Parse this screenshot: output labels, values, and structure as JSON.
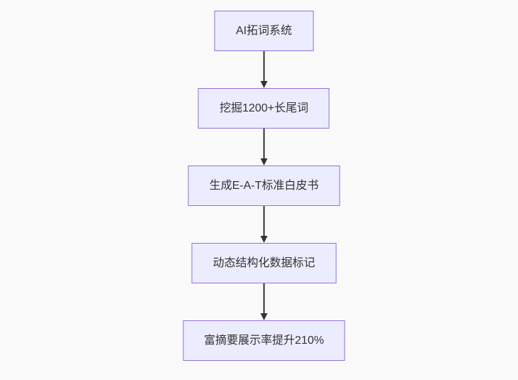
{
  "diagram": {
    "type": "flowchart",
    "direction": "top-down",
    "nodes": [
      {
        "label": "AI拓词系统"
      },
      {
        "label": "挖掘1200+长尾词"
      },
      {
        "label": "生成E-A-T标准白皮书"
      },
      {
        "label": "动态结构化数据标记"
      },
      {
        "label": "富摘要展示率提升210%"
      }
    ],
    "edges": [
      {
        "from": "AI拓词系统",
        "to": "挖掘1200+长尾词"
      },
      {
        "from": "挖掘1200+长尾词",
        "to": "生成E-A-T标准白皮书"
      },
      {
        "from": "生成E-A-T标准白皮书",
        "to": "动态结构化数据标记"
      },
      {
        "from": "动态结构化数据标记",
        "to": "富摘要展示率提升210%"
      }
    ],
    "colors": {
      "node_fill": "#ececff",
      "node_border": "#9370db",
      "edge": "#333333",
      "text": "#333333",
      "background": "#fafafa"
    }
  }
}
